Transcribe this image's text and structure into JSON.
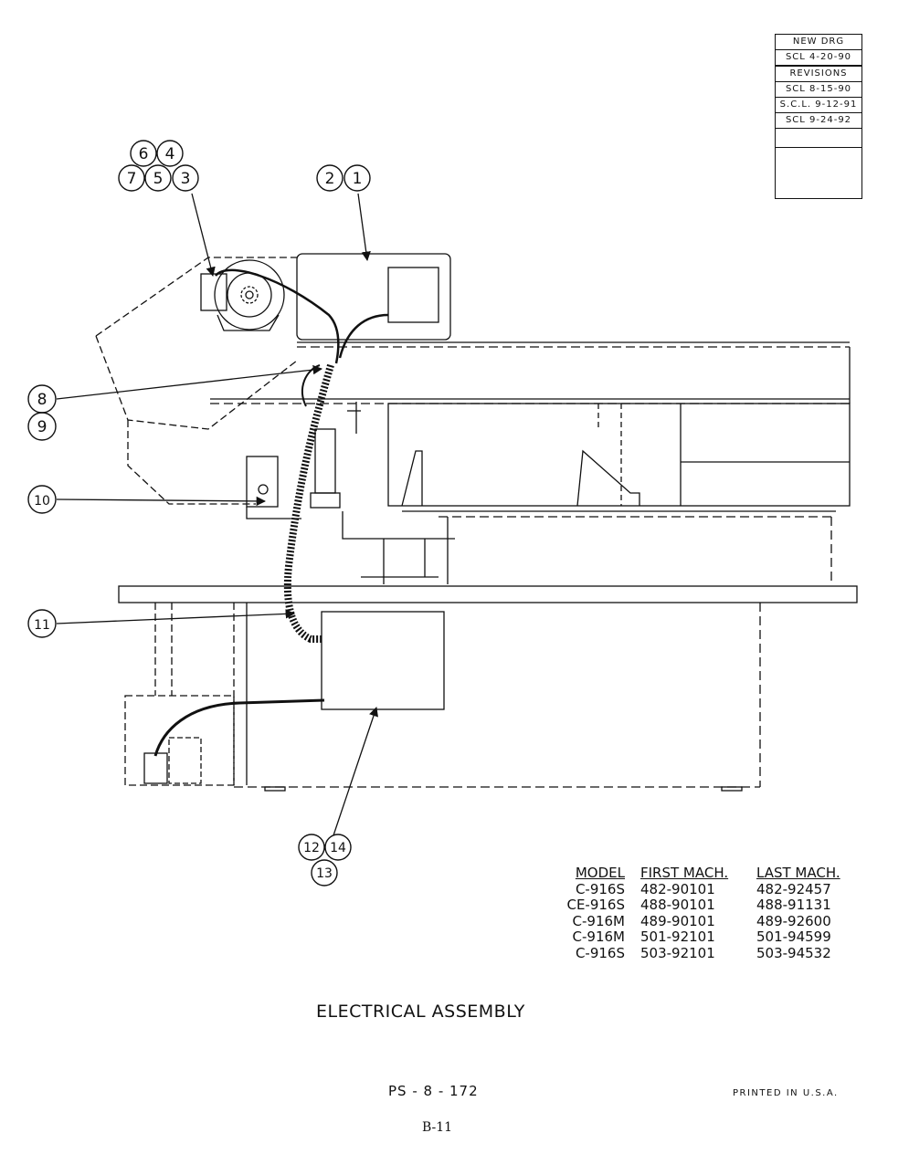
{
  "revisions": {
    "new_drg_label": "NEW DRG",
    "new_drg_date": "SCL 4-20-90",
    "revisions_label": "REVISIONS",
    "entries": [
      "SCL 8-15-90",
      "S.C.L. 9-12-91",
      "SCL 9-24-92"
    ]
  },
  "callouts": {
    "c1": "1",
    "c2": "2",
    "c3": "3",
    "c4": "4",
    "c5": "5",
    "c6": "6",
    "c7": "7",
    "c8": "8",
    "c9": "9",
    "c10": "10",
    "c11": "11",
    "c12": "12",
    "c13": "13",
    "c14": "14"
  },
  "model_table": {
    "headers": [
      "MODEL",
      "FIRST MACH.",
      "LAST MACH."
    ],
    "rows": [
      [
        "C-916S",
        "482-90101",
        "482-92457"
      ],
      [
        "CE-916S",
        "488-90101",
        "488-91131"
      ],
      [
        "C-916M",
        "489-90101",
        "489-92600"
      ],
      [
        "C-916M",
        "501-92101",
        "501-94599"
      ],
      [
        "C-916S",
        "503-92101",
        "503-94532"
      ]
    ]
  },
  "title": "ELECTRICAL ASSEMBLY",
  "page_code": "PS - 8 - 172",
  "printed": "PRINTED IN U.S.A.",
  "page_ref": "B-11"
}
